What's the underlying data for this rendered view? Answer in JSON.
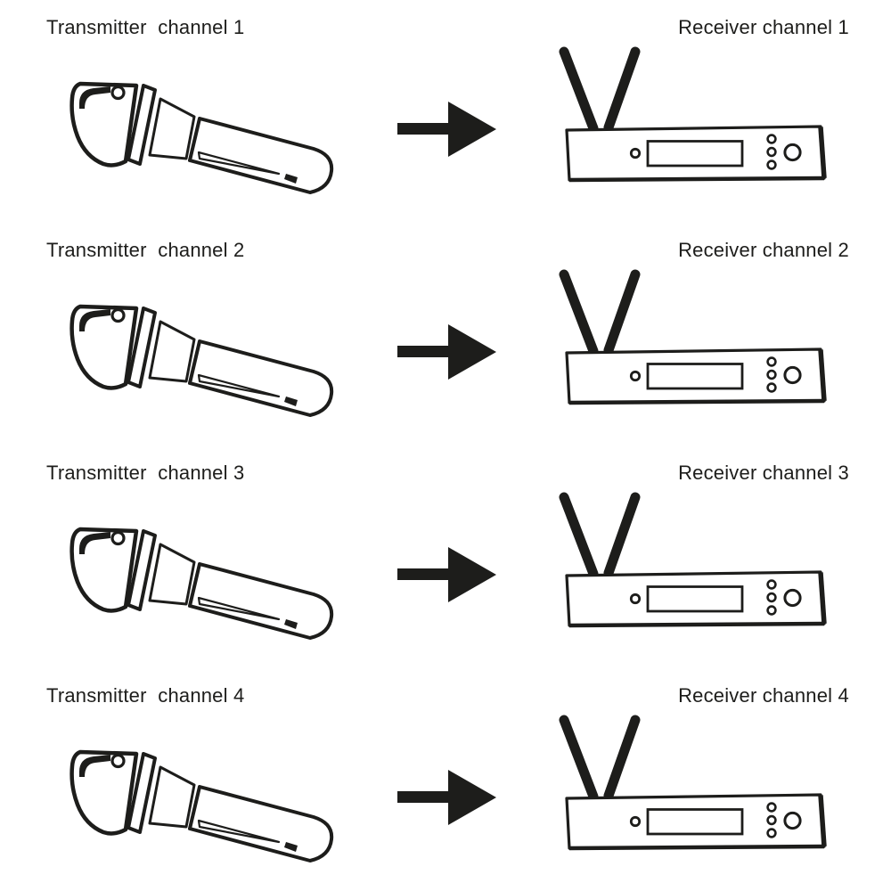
{
  "colors": {
    "ink": "#1d1d1b",
    "background": "#ffffff"
  },
  "rows": [
    {
      "transmitter_label": "Transmitter  channel 1",
      "receiver_label": "Receiver channel 1"
    },
    {
      "transmitter_label": "Transmitter  channel 2",
      "receiver_label": "Receiver channel 2"
    },
    {
      "transmitter_label": "Transmitter  channel 3",
      "receiver_label": "Receiver channel 3"
    },
    {
      "transmitter_label": "Transmitter  channel 4",
      "receiver_label": "Receiver channel 4"
    }
  ],
  "icons": {
    "transmitter": "handheld-wireless-microphone-icon",
    "flow": "right-arrow-icon",
    "receiver": "wireless-receiver-unit-icon"
  }
}
